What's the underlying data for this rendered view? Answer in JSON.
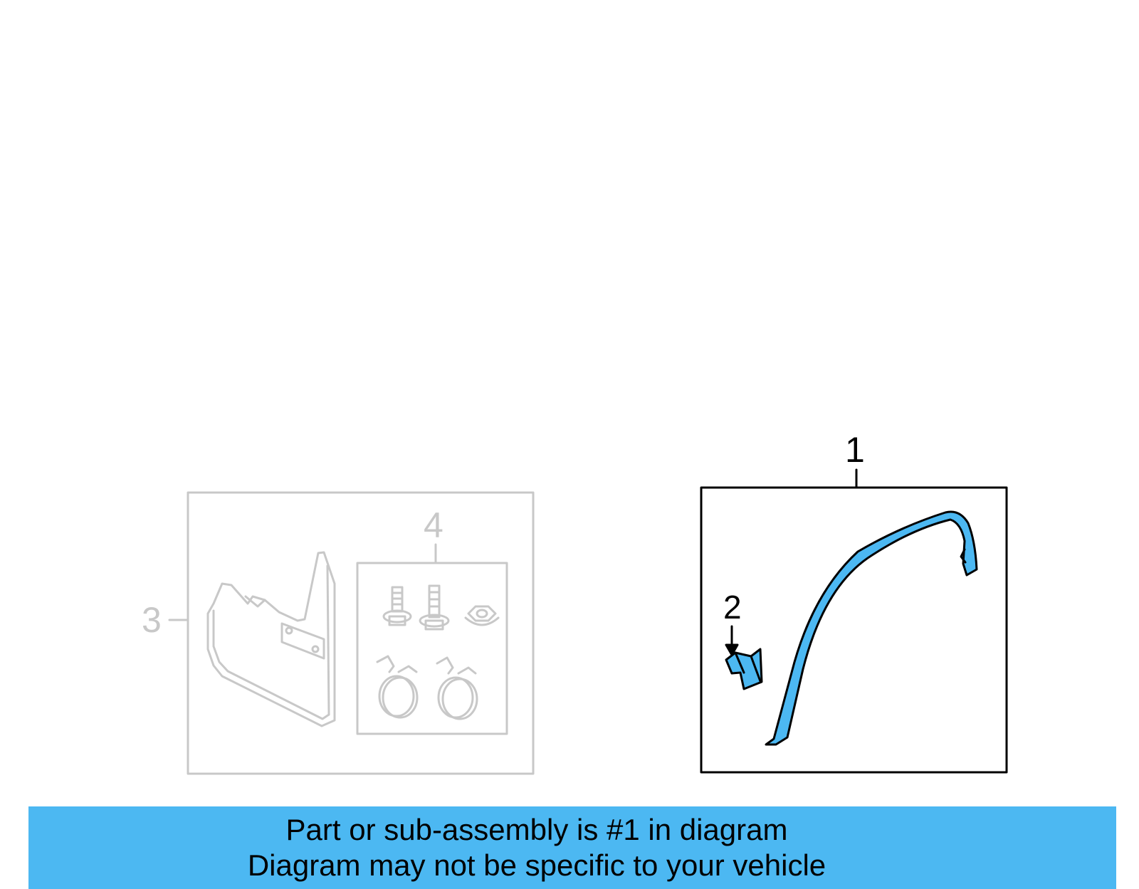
{
  "callouts": {
    "part1": "1",
    "part2": "2",
    "part3": "3",
    "part4": "4"
  },
  "banner": {
    "line1": "Part or sub-assembly is #1 in diagram",
    "line2": "Diagram may not be specific to your vehicle"
  },
  "colors": {
    "highlight": "#4cb8f2",
    "inactive_outline": "#c8c8c8",
    "active_outline": "#000000"
  }
}
